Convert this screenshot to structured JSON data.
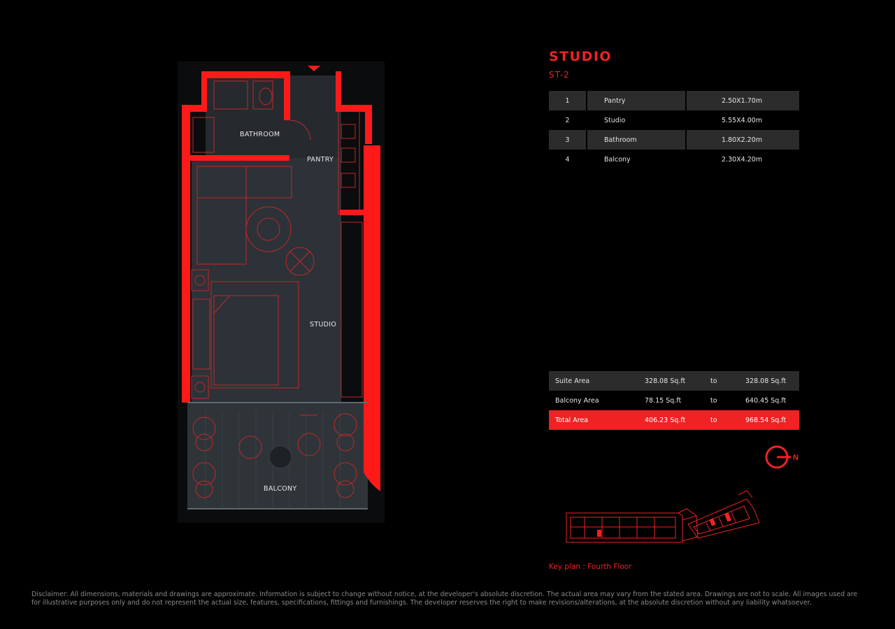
{
  "unit": {
    "title": "STUDIO",
    "code": "ST-2"
  },
  "rooms": [
    {
      "no": "1",
      "name": "Pantry",
      "size": "2.50X1.70m"
    },
    {
      "no": "2",
      "name": "Studio",
      "size": "5.55X4.00m"
    },
    {
      "no": "3",
      "name": "Bathroom",
      "size": "1.80X2.20m"
    },
    {
      "no": "4",
      "name": "Balcony",
      "size": "2.30X4.20m"
    }
  ],
  "areas": [
    {
      "label": "Suite Area",
      "min": "328.08 Sq.ft",
      "sep": "to",
      "max": "328.08 Sq.ft"
    },
    {
      "label": "Balcony Area",
      "min": "78.15 Sq.ft",
      "sep": "to",
      "max": "640.45 Sq.ft"
    },
    {
      "label": "Total Area",
      "min": "406.23 Sq.ft",
      "sep": "to",
      "max": "968.54 Sq.ft"
    }
  ],
  "plan_labels": {
    "bathroom": "BATHROOM",
    "pantry": "PANTRY",
    "studio": "STUDIO",
    "balcony": "BALCONY"
  },
  "compass_letter": "N",
  "keyplan_label": "Key plan : Fourth Floor",
  "disclaimer": "Disclaimer: All dimensions, materials and drawings are approximate. Information is subject to change without notice, at the developer's absolute discretion. The actual area may vary from the stated area. Drawings are not to scale. All images used are for illustrative purposes only and do not represent the actual size, features, specifications, fittings and furnishings. The developer reserves the right to make revisions/alterations, at the absolute discretion without any liability whatsoever.",
  "colors": {
    "accent": "#ef2224",
    "background": "#000000",
    "row_shade": "#2c2c2c",
    "floor": "#2d3238"
  }
}
